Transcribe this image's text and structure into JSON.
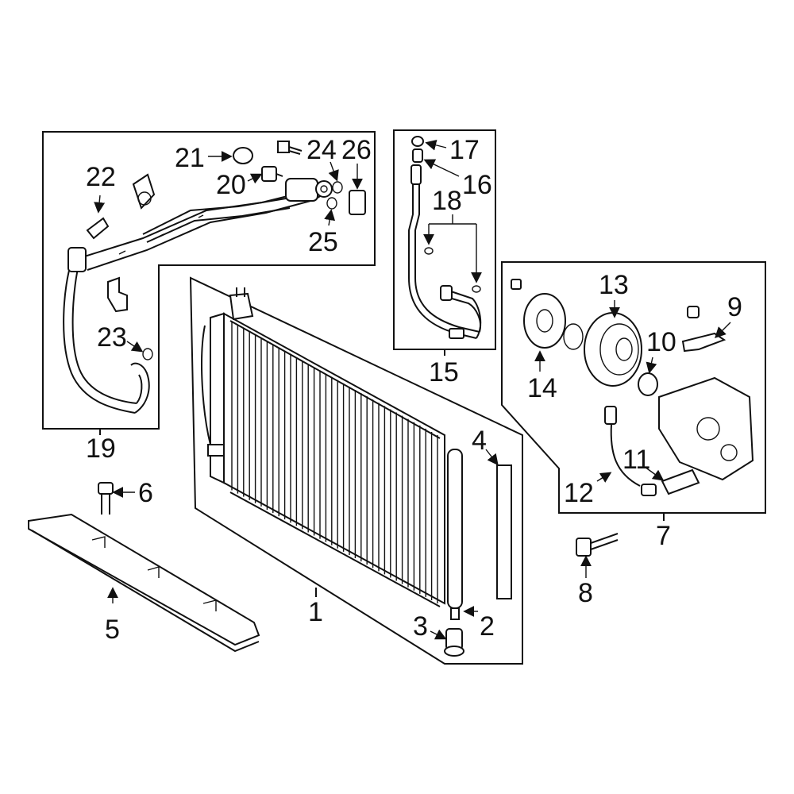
{
  "diagram": {
    "callouts": [
      "1",
      "2",
      "3",
      "4",
      "5",
      "6",
      "7",
      "8",
      "9",
      "10",
      "11",
      "12",
      "13",
      "14",
      "15",
      "16",
      "17",
      "18",
      "19",
      "20",
      "21",
      "22",
      "23",
      "24",
      "25",
      "26"
    ]
  }
}
